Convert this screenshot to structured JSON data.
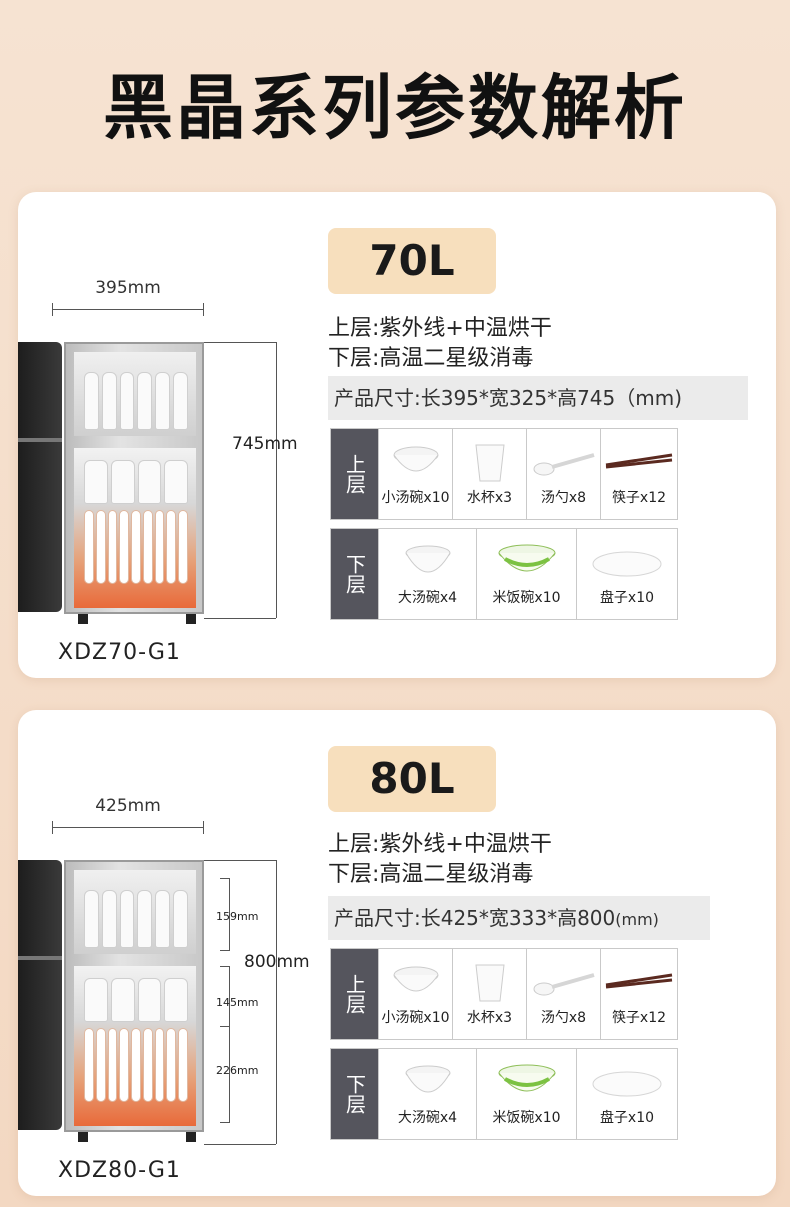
{
  "page_title": "黑晶系列参数解析",
  "cards": [
    {
      "capacity": "70L",
      "feature_upper": "上层:紫外线+中温烘干",
      "feature_lower": "下层:高温二星级消毒",
      "size_text": "产品尺寸:长395*宽325*高745（mm)",
      "width_dim": "395mm",
      "height_dim": "745mm",
      "model": "XDZ70-G1",
      "upper_label": "上层",
      "lower_label": "下层",
      "upper_items": [
        "小汤碗x10",
        "水杯x3",
        "汤勺x8",
        "筷子x12"
      ],
      "lower_items": [
        "大汤碗x4",
        "米饭碗x10",
        "盘子x10"
      ]
    },
    {
      "capacity": "80L",
      "feature_upper": "上层:紫外线+中温烘干",
      "feature_lower": "下层:高温二星级消毒",
      "size_text": "产品尺寸:长425*宽333*高800",
      "size_unit": "(mm)",
      "width_dim": "425mm",
      "height_dim": "800mm",
      "sub_dims": [
        "159mm",
        "145mm",
        "226mm"
      ],
      "model": "XDZ80-G1",
      "upper_label": "上层",
      "lower_label": "下层",
      "upper_items": [
        "小汤碗x10",
        "水杯x3",
        "汤勺x8",
        "筷子x12"
      ],
      "lower_items": [
        "大汤碗x4",
        "米饭碗x10",
        "盘子x10"
      ]
    }
  ]
}
